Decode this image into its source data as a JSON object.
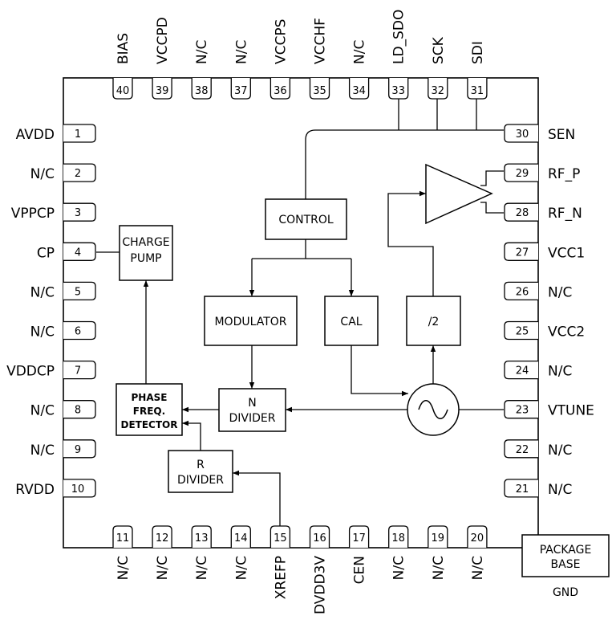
{
  "top_pins": [
    {
      "num": "40",
      "name": "BIAS"
    },
    {
      "num": "39",
      "name": "VCCPD"
    },
    {
      "num": "38",
      "name": "N/C"
    },
    {
      "num": "37",
      "name": "N/C"
    },
    {
      "num": "36",
      "name": "VCCPS"
    },
    {
      "num": "35",
      "name": "VCCHF"
    },
    {
      "num": "34",
      "name": "N/C"
    },
    {
      "num": "33",
      "name": "LD_SDO"
    },
    {
      "num": "32",
      "name": "SCK"
    },
    {
      "num": "31",
      "name": "SDI"
    }
  ],
  "left_pins": [
    {
      "num": "1",
      "name": "AVDD"
    },
    {
      "num": "2",
      "name": "N/C"
    },
    {
      "num": "3",
      "name": "VPPCP"
    },
    {
      "num": "4",
      "name": "CP"
    },
    {
      "num": "5",
      "name": "N/C"
    },
    {
      "num": "6",
      "name": "N/C"
    },
    {
      "num": "7",
      "name": "VDDCP"
    },
    {
      "num": "8",
      "name": "N/C"
    },
    {
      "num": "9",
      "name": "N/C"
    },
    {
      "num": "10",
      "name": "RVDD"
    }
  ],
  "right_pins": [
    {
      "num": "30",
      "name": "SEN"
    },
    {
      "num": "29",
      "name": "RF_P"
    },
    {
      "num": "28",
      "name": "RF_N"
    },
    {
      "num": "27",
      "name": "VCC1"
    },
    {
      "num": "26",
      "name": "N/C"
    },
    {
      "num": "25",
      "name": "VCC2"
    },
    {
      "num": "24",
      "name": "N/C"
    },
    {
      "num": "23",
      "name": "VTUNE"
    },
    {
      "num": "22",
      "name": "N/C"
    },
    {
      "num": "21",
      "name": "N/C"
    }
  ],
  "bottom_pins": [
    {
      "num": "11",
      "name": "N/C"
    },
    {
      "num": "12",
      "name": "N/C"
    },
    {
      "num": "13",
      "name": "N/C"
    },
    {
      "num": "14",
      "name": "N/C"
    },
    {
      "num": "15",
      "name": "XREFP"
    },
    {
      "num": "16",
      "name": "DVDD3V"
    },
    {
      "num": "17",
      "name": "CEN"
    },
    {
      "num": "18",
      "name": "N/C"
    },
    {
      "num": "19",
      "name": "N/C"
    },
    {
      "num": "20",
      "name": "N/C"
    }
  ],
  "blocks": {
    "control": "CONTROL",
    "charge_pump": [
      "CHARGE",
      "PUMP"
    ],
    "modulator": "MODULATOR",
    "cal": "CAL",
    "div2": "/2",
    "n_divider": [
      "N",
      "DIVIDER"
    ],
    "pfd": [
      "PHASE",
      "FREQ.",
      "DETECTOR"
    ],
    "r_divider": [
      "R",
      "DIVIDER"
    ]
  },
  "package_base": [
    "PACKAGE",
    "BASE"
  ],
  "gnd_label": "GND"
}
